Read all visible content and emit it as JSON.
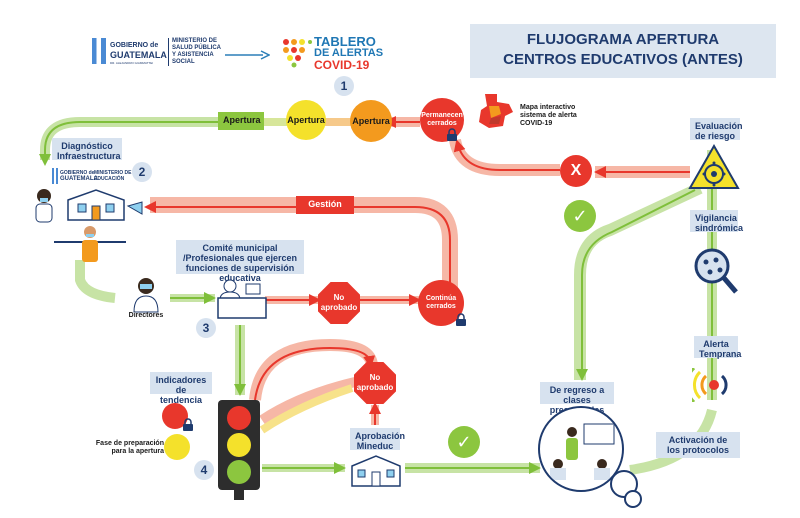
{
  "title": {
    "line1": "FLUJOGRAMA APERTURA",
    "line2": "CENTROS EDUCATIVOS (ANTES)"
  },
  "header": {
    "gobierno_line1": "GOBIERNO de",
    "gobierno_line2": "GUATEMALA",
    "gobierno_line3": "DR. ALEJANDRO GIAMMATTEI",
    "ministerio_salud": [
      "MINISTERIO DE",
      "SALUD PÚBLICA",
      "Y ASISTENCIA",
      "SOCIAL"
    ],
    "tablero_line1": "TABLERO",
    "tablero_line2": "DE ALERTAS",
    "tablero_line3": "COVID-19"
  },
  "steps": [
    "1",
    "2",
    "3",
    "4"
  ],
  "top_row": {
    "apertura_green": "Apertura",
    "apertura_yellow": "Apertura",
    "apertura_orange": "Apertura",
    "permanecen_cerrados": "Permanecen cerrados",
    "mapa": "Mapa interactivo sistema de alerta COVID-19"
  },
  "left": {
    "diagnostico": "Diagnóstico Infraestructura",
    "gob_educacion_line1": "GOBIERNO de",
    "gob_educacion_line2": "GUATEMALA",
    "ministerio_educacion": [
      "MINISTERIO DE",
      "EDUCACIÓN"
    ],
    "gestion": "Gestión",
    "comite": "Comité municipal /Profesionales que ejercen funciones de supervisión educativa",
    "directores": "Directores",
    "no_aprobado_1": "No aprobado",
    "continua_cerrados": "Continúa cerrados"
  },
  "bottom": {
    "indicadores": "Indicadores de tendencia",
    "fase": "Fase de preparación para la apertura",
    "no_aprobado_2": "No aprobado",
    "aprobacion": "Aprobación Mineduc",
    "regreso": "De regreso a clases presenciales",
    "activacion": "Activación de los protocolos"
  },
  "right": {
    "evaluacion": "Evaluación de riesgo",
    "vigilancia": "Vigilancia sindrómica",
    "alerta": "Alerta Temprana",
    "x_mark": "X",
    "check_mark": "✓"
  },
  "colors": {
    "green": "#8cc63f",
    "yellow": "#f4e12b",
    "orange": "#f39a1e",
    "red": "#e8372c",
    "label_bg": "#d7e2ef",
    "navy": "#1f3b6e"
  },
  "icons": [
    "lock-icon",
    "check-icon",
    "x-icon",
    "virus-warning-icon",
    "magnifier-icon",
    "signal-icon",
    "school-icon",
    "traffic-light-icon"
  ]
}
